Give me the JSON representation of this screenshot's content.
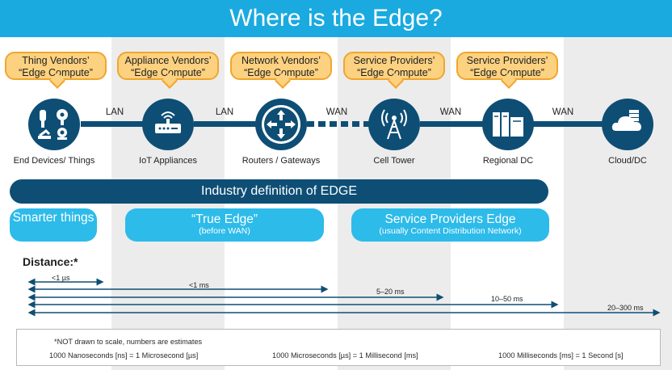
{
  "title": "Where is the Edge?",
  "bubbles": [
    {
      "line1": "Thing Vendors’",
      "line2": "“Edge Compute”"
    },
    {
      "line1": "Appliance Vendors’",
      "line2": "“Edge Compute”"
    },
    {
      "line1": "Network Vendors’",
      "line2": "“Edge Compute”"
    },
    {
      "line1": "Service Providers’",
      "line2": "“Edge Compute”"
    },
    {
      "line1": "Service Providers’",
      "line2": "“Edge Compute”"
    }
  ],
  "nodes": [
    {
      "label": "End Devices/ Things",
      "icon": "things-icon"
    },
    {
      "label": "IoT Appliances",
      "icon": "router-appliance-icon"
    },
    {
      "label": "Routers / Gateways",
      "icon": "router-arrows-icon"
    },
    {
      "label": "Cell Tower",
      "icon": "antenna-icon"
    },
    {
      "label": "Regional DC",
      "icon": "datacenter-icon"
    },
    {
      "label": "Cloud/DC",
      "icon": "cloud-server-icon"
    }
  ],
  "links": [
    "LAN",
    "LAN",
    "WAN",
    "WAN",
    "WAN"
  ],
  "edge_bar": "Industry definition of EDGE",
  "segments": [
    {
      "main": "Smarter things",
      "sub": ""
    },
    {
      "main": "“True Edge”",
      "sub": "(before WAN)"
    },
    {
      "main": "Service Providers Edge",
      "sub": "(usually Content Distribution Network)"
    }
  ],
  "distance_title": "Distance:*",
  "distances": [
    "<1 µs",
    "<1 ms",
    "5–20 ms",
    "10–50 ms",
    "20–300 ms"
  ],
  "notes": {
    "disclaimer": "*NOT drawn to scale, numbers are estimates",
    "conv1": "1000 Nanoseconds [ns] = 1 Microsecond [µs]",
    "conv2": "1000 Microseconds [µs] = 1 Millisecond [ms]",
    "conv3": "1000 Milliseconds [ms] = 1 Second [s]"
  },
  "colors": {
    "header": "#1aaadf",
    "node": "#0e4e75",
    "pill": "#2dbbea",
    "bubble": "#fcd281",
    "bubble_border": "#f2a52c"
  }
}
